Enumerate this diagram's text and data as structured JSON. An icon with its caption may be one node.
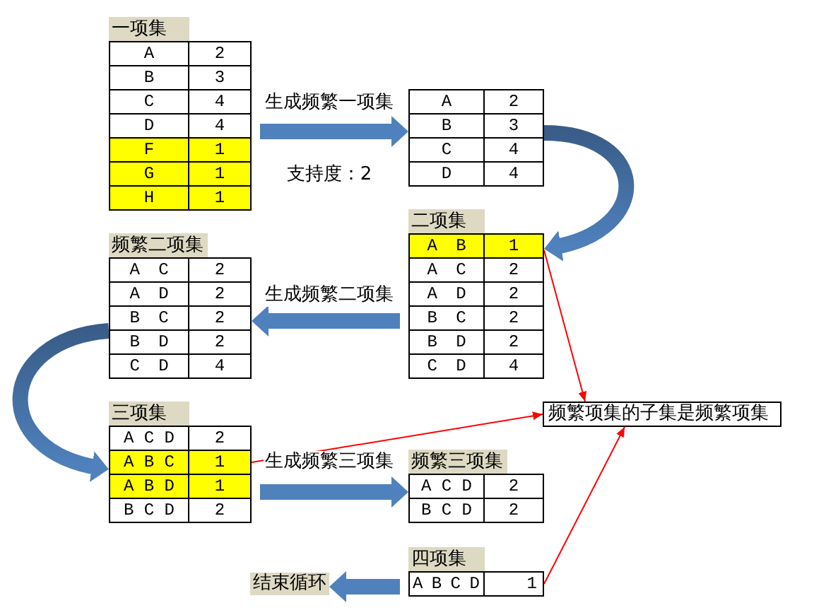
{
  "diagram": {
    "nodes": [
      {
        "text": [
          "一项集",
          "A",
          "2",
          "B",
          "3",
          "C",
          "4",
          "D",
          "4",
          "F",
          "1",
          "G",
          "1",
          "H",
          "1"
        ]
      },
      {
        "text": [
          "A",
          "2",
          "B",
          "3",
          "C",
          "4",
          "D",
          "4"
        ]
      },
      {
        "text": [
          "二项集",
          "A B",
          "1",
          "A C",
          "2",
          "A D",
          "2",
          "B C",
          "2",
          "B D",
          "2",
          "C D",
          "4"
        ]
      },
      {
        "text": [
          "频繁二项集",
          "A C",
          "2",
          "A D",
          "2",
          "B C",
          "2",
          "B D",
          "2",
          "C D",
          "4"
        ]
      },
      {
        "text": [
          "三项集",
          "A C D",
          "2",
          "A B C",
          "1",
          "A B D",
          "1",
          "B C D",
          "2"
        ]
      },
      {
        "text": [
          "频繁项集的子集是频繁项集"
        ]
      },
      {
        "text": [
          "频繁三项集",
          "A C D",
          "2",
          "B C D",
          "2"
        ]
      },
      {
        "text": [
          "四项集",
          "A B C D",
          "1"
        ]
      },
      {
        "text": [
          "结束循环"
        ]
      }
    ],
    "edges": [
      {
        "from": 0,
        "to": 1,
        "arrow": "to",
        "label": "生成频繁一项集"
      },
      {
        "from": 1,
        "to": 2,
        "arrow": "to"
      },
      {
        "from": 2,
        "to": 3,
        "arrow": "to",
        "label": "生成频繁二项集"
      },
      {
        "from": 3,
        "to": 4,
        "arrow": "to"
      },
      {
        "from": 4,
        "to": 6,
        "arrow": "to",
        "label": "生成频繁三项集"
      },
      {
        "from": 7,
        "to": 8,
        "arrow": "to"
      },
      {
        "from": 2,
        "to": 5,
        "arrow": "to",
        "color": "#ff0000"
      },
      {
        "from": 4,
        "to": 5,
        "arrow": "to",
        "color": "#ff0000"
      },
      {
        "from": 7,
        "to": 5,
        "arrow": "to",
        "color": "#ff0000"
      }
    ],
    "labels": [
      "支持度：2"
    ]
  }
}
